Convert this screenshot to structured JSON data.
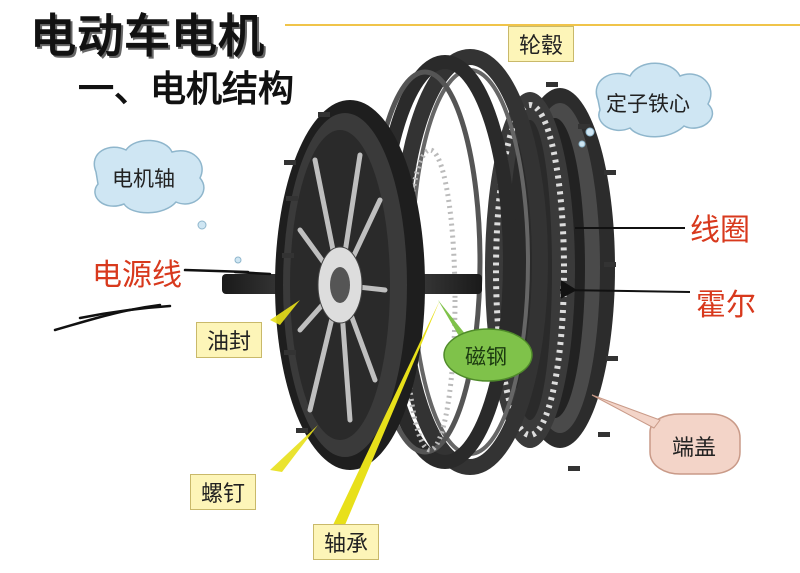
{
  "title": "电动车电机",
  "subtitle": "一、电机结构",
  "colors": {
    "label_fill": "#fdf5b8",
    "cloud_fill": "#cfe6f3",
    "red_text": "#d8391d",
    "green_fill": "#7fc24a",
    "pink_fill": "#f3d4c8",
    "motor_dark": "#2a2a2a",
    "pointer_yellow": "#e8e01a"
  },
  "labels": {
    "hub": "轮毂",
    "stator_core": "定子铁心",
    "motor_shaft": "电机轴",
    "power_cable": "电源线",
    "coil": "线圈",
    "hall": "霍尔",
    "oil_seal": "油封",
    "magnet": "磁钢",
    "end_cover": "端盖",
    "screw": "螺钉",
    "bearing": "轴承"
  }
}
